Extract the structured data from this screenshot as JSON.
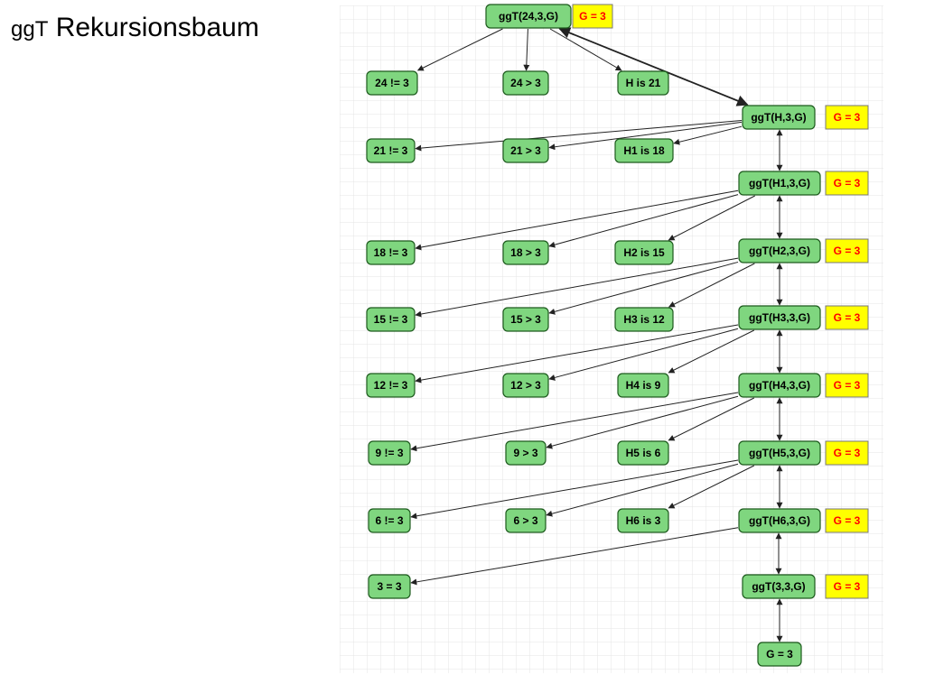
{
  "title": {
    "prefix": "ggT",
    "main": "Rekursionsbaum"
  },
  "nodes": [
    {
      "id": "root",
      "label": "ggT(24,3,G)"
    },
    {
      "id": "gr0",
      "label": "G = 3"
    },
    {
      "id": "c24ne",
      "label": "24 != 3"
    },
    {
      "id": "c24gt",
      "label": "24 > 3"
    },
    {
      "id": "hIs",
      "label": "H is 21"
    },
    {
      "id": "h0",
      "label": "ggT(H,3,G)"
    },
    {
      "id": "g0",
      "label": "G = 3"
    },
    {
      "id": "c21ne",
      "label": "21 != 3"
    },
    {
      "id": "c21gt",
      "label": "21 > 3"
    },
    {
      "id": "h1is",
      "label": "H1 is 18"
    },
    {
      "id": "h1",
      "label": "ggT(H1,3,G)"
    },
    {
      "id": "g1",
      "label": "G = 3"
    },
    {
      "id": "c18ne",
      "label": "18 != 3"
    },
    {
      "id": "c18gt",
      "label": "18 > 3"
    },
    {
      "id": "h2is",
      "label": "H2 is 15"
    },
    {
      "id": "h2",
      "label": "ggT(H2,3,G)"
    },
    {
      "id": "g2",
      "label": "G = 3"
    },
    {
      "id": "c15ne",
      "label": "15 != 3"
    },
    {
      "id": "c15gt",
      "label": "15 > 3"
    },
    {
      "id": "h3is",
      "label": "H3 is 12"
    },
    {
      "id": "h3",
      "label": "ggT(H3,3,G)"
    },
    {
      "id": "g3",
      "label": "G = 3"
    },
    {
      "id": "c12ne",
      "label": "12 != 3"
    },
    {
      "id": "c12gt",
      "label": "12 > 3"
    },
    {
      "id": "h4is",
      "label": "H4 is 9"
    },
    {
      "id": "h4",
      "label": "ggT(H4,3,G)"
    },
    {
      "id": "g4",
      "label": "G = 3"
    },
    {
      "id": "c9ne",
      "label": "9 != 3"
    },
    {
      "id": "c9gt",
      "label": "9 > 3"
    },
    {
      "id": "h5is",
      "label": "H5 is 6"
    },
    {
      "id": "h5",
      "label": "ggT(H5,3,G)"
    },
    {
      "id": "g5",
      "label": "G = 3"
    },
    {
      "id": "c6ne",
      "label": "6 != 3"
    },
    {
      "id": "c6gt",
      "label": "6 > 3"
    },
    {
      "id": "h6is",
      "label": "H6 is 3"
    },
    {
      "id": "h6",
      "label": "ggT(H6,3,G)"
    },
    {
      "id": "g6",
      "label": "G = 3"
    },
    {
      "id": "c3eq",
      "label": "3 = 3"
    },
    {
      "id": "base",
      "label": "ggT(3,3,G)"
    },
    {
      "id": "gb",
      "label": "G = 3"
    },
    {
      "id": "final",
      "label": "G = 3"
    }
  ],
  "edges": [
    {
      "from": "root",
      "to": "c24ne"
    },
    {
      "from": "root",
      "to": "c24gt"
    },
    {
      "from": "root",
      "to": "hIs"
    },
    {
      "from": "h0",
      "to": "c21ne"
    },
    {
      "from": "h0",
      "to": "c21gt"
    },
    {
      "from": "h0",
      "to": "h1is"
    },
    {
      "from": "h1",
      "to": "c18ne"
    },
    {
      "from": "h1",
      "to": "c18gt"
    },
    {
      "from": "h1",
      "to": "h2is"
    },
    {
      "from": "h2",
      "to": "c15ne"
    },
    {
      "from": "h2",
      "to": "c15gt"
    },
    {
      "from": "h2",
      "to": "h3is"
    },
    {
      "from": "h3",
      "to": "c12ne"
    },
    {
      "from": "h3",
      "to": "c12gt"
    },
    {
      "from": "h3",
      "to": "h4is"
    },
    {
      "from": "h4",
      "to": "c9ne"
    },
    {
      "from": "h4",
      "to": "c9gt"
    },
    {
      "from": "h4",
      "to": "h5is"
    },
    {
      "from": "h5",
      "to": "c6ne"
    },
    {
      "from": "h5",
      "to": "c6gt"
    },
    {
      "from": "h5",
      "to": "h6is"
    },
    {
      "from": "h6",
      "to": "c3eq"
    },
    {
      "from": "root",
      "to": "h0",
      "double": true
    },
    {
      "from": "h0",
      "to": "h1",
      "double": true
    },
    {
      "from": "h1",
      "to": "h2",
      "double": true
    },
    {
      "from": "h2",
      "to": "h3",
      "double": true
    },
    {
      "from": "h3",
      "to": "h4",
      "double": true
    },
    {
      "from": "h4",
      "to": "h5",
      "double": true
    },
    {
      "from": "h5",
      "to": "h6",
      "double": true
    },
    {
      "from": "h6",
      "to": "base",
      "double": true
    },
    {
      "from": "base",
      "to": "final",
      "double": true
    }
  ]
}
